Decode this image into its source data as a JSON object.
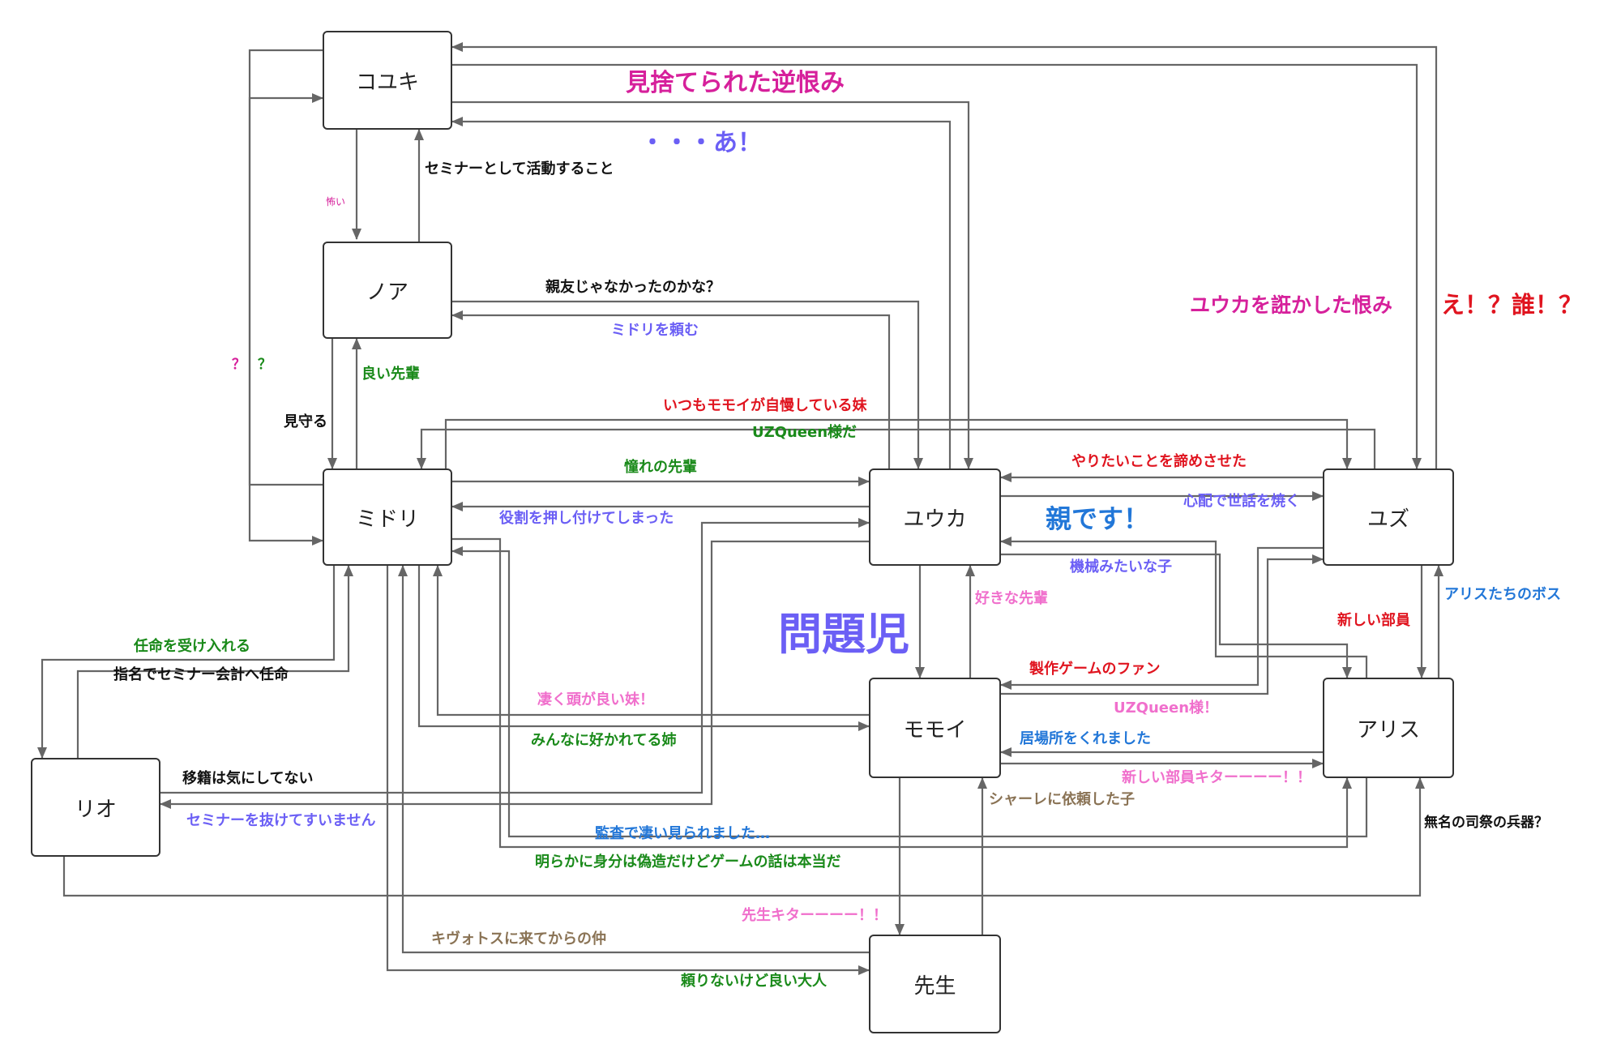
{
  "colors": {
    "edge": "#666666",
    "magenta": "#d6209b",
    "purple": "#6b5ff5",
    "red": "#e0141f",
    "green": "#1a8a1a",
    "blue": "#2277d8",
    "pink": "#f06fcc",
    "brown": "#8a7355",
    "black": "#111111"
  },
  "nodes": {
    "kouki": "コユキ",
    "noa": "ノア",
    "midori": "ミドリ",
    "yuuka": "ユウカ",
    "yuzu": "ユズ",
    "momoi": "モモイ",
    "arisu": "アリス",
    "rio": "リオ",
    "sensei": "先生"
  },
  "labels": {
    "misuterareta": "見捨てられた逆恨み",
    "aa": "・・・あ！",
    "seminar_katsudou": "セミナーとして活動すること",
    "kowai": "怖い",
    "shinyuu": "親友じゃなかったのかな？",
    "midori_tanomu": "ミドリを頼む",
    "yuuka_damakashita": "ユウカを誑かした恨み",
    "e_dare": "え！？誰！？",
    "q1": "？",
    "q2": "？",
    "yoi_senpai": "良い先輩",
    "mimamoru": "見守る",
    "itsumo_momoi": "いつもモモイが自慢している妹",
    "uzqueen_sama_da": "UZQueen様だ",
    "akogare": "憧れの先輩",
    "yaritai": "やりたいことを諦めさせた",
    "shinpai": "心配で世話を焼く",
    "yakuwari": "役割を押し付けてしまった",
    "oya_desu": "親です！",
    "kikai": "機械みたいな子",
    "sukina_senpai": "好きな先輩",
    "mondaiji": "問題児",
    "atarashii_buin": "新しい部員",
    "arisu_boss": "アリスたちのボス",
    "ninmei_ukeireru": "任命を受け入れる",
    "shimei": "指名でセミナー会計へ任命",
    "seisaku_fan": "製作ゲームのファン",
    "uzqueen_sama": "UZQueen様！",
    "sugoku_atama": "凄く頭が良い妹！",
    "ibasho": "居場所をくれました",
    "minna_sukare": "みんなに好かれてる姉",
    "atarashii_buin_kita": "新しい部員キターーーー！！",
    "iseki": "移籍は気にしてない",
    "schale": "シャーレに依頼した子",
    "seminar_nukete": "セミナーを抜けてすいません",
    "kansa": "監査で凄い見られました…",
    "mumei": "無名の司祭の兵器？",
    "akiraka": "明らかに身分は偽造だけどゲームの話は本当だ",
    "sensei_kita": "先生キターーーー！！",
    "kivotos": "キヴォトスに来てからの仲",
    "tayorinai": "頼りないけど良い大人"
  }
}
